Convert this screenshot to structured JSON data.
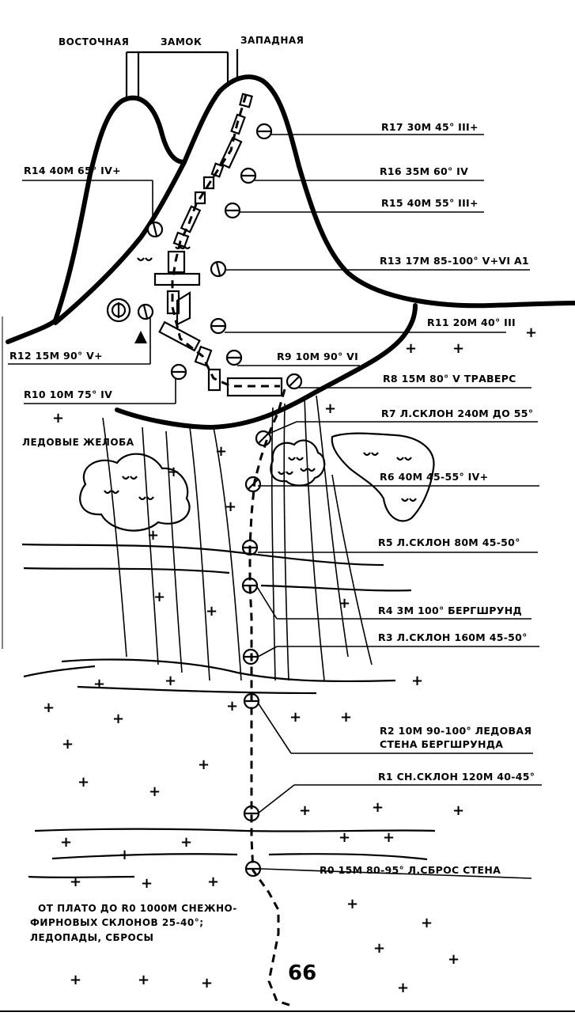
{
  "peaks": {
    "east": "ВОСТОЧНАЯ",
    "castle": "ЗАМОК",
    "west": "ЗАПАДНАЯ"
  },
  "labels": {
    "r17": "R17 30M 45° III+",
    "r16": "R16 35M 60° IV",
    "r15": "R15 40M 55° III+",
    "r14": "R14 40M 65° IV+",
    "r13": "R13 17M 85-100° V+VI A1",
    "r12": "R12 15M 90° V+",
    "r11": "R11 20M 40° III",
    "r10": "R10 10M 75° IV",
    "r9": "R9 10M 90° VI",
    "r8": "R8 15M 80° V ТРАВЕРС",
    "r7": "R7 Л.СКЛОН 240М ДО 55°",
    "r6": "R6 40M 45-55° IV+",
    "r5": "R5 Л.СКЛОН 80М 45-50°",
    "r4": "R4 3M 100° БЕРГШРУНД",
    "r3": "R3 Л.СКЛОН 160М 45-50°",
    "r2_line1": "R2 10M 90-100° ЛЕДОВАЯ",
    "r2_line2": "СТЕНА БЕРГШРУНДА",
    "r1": "R1 СН.СКЛОН 120М 40-45°",
    "r0": "R0 15M 80-95° Л.СБРОС СТЕНА",
    "ice_chutes": "ЛЕДОВЫЕ ЖЕЛОБА"
  },
  "note": {
    "line1": "ОТ ПЛАТО ДО R0 1000M СНЕЖНО-",
    "line2": "ФИРНОВЫХ СКЛОНОВ 25-40°;",
    "line3": "ЛЕДОПАДЫ, СБРОСЫ"
  },
  "page_number": "66"
}
